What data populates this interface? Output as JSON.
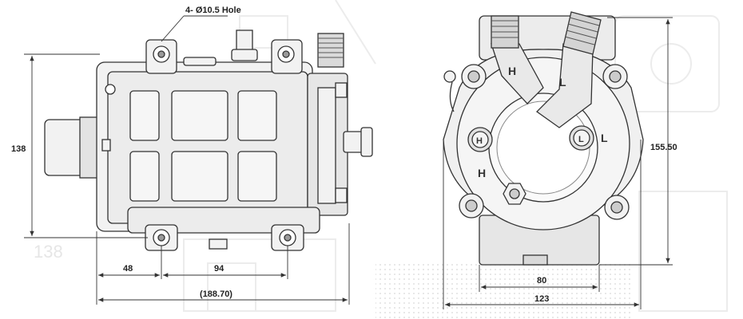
{
  "drawing": {
    "hole_note": "4- Ø10.5 Hole",
    "dim_height_left": "138",
    "dim_ghost": "138",
    "dim_48": "48",
    "dim_94": "94",
    "dim_overall": "(188.70)",
    "dim_height_right": "155.50",
    "dim_80": "80",
    "dim_123": "123",
    "port_high": "H",
    "port_low": "L",
    "colors": {
      "line": "#333333",
      "fill": "#f2f2f2",
      "fill_dark": "#d9d9d9",
      "ghost": "#e6e6e6"
    }
  }
}
